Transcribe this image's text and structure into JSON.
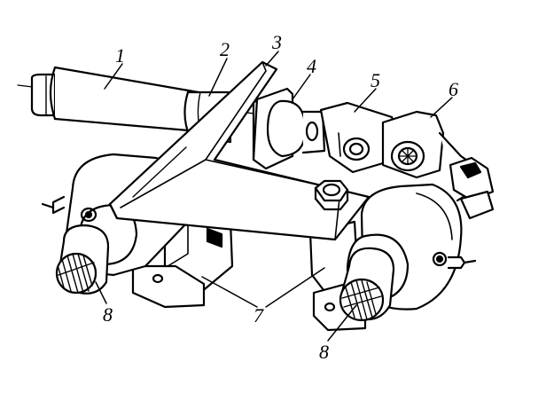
{
  "labels": {
    "part_1": "1",
    "part_2": "2",
    "part_3": "3",
    "part_4": "4",
    "part_5": "5",
    "part_6": "6",
    "part_7": "7",
    "part_8_left": "8",
    "part_8_right": "8"
  },
  "colors": {
    "line": "#000000",
    "background": "#ffffff"
  }
}
